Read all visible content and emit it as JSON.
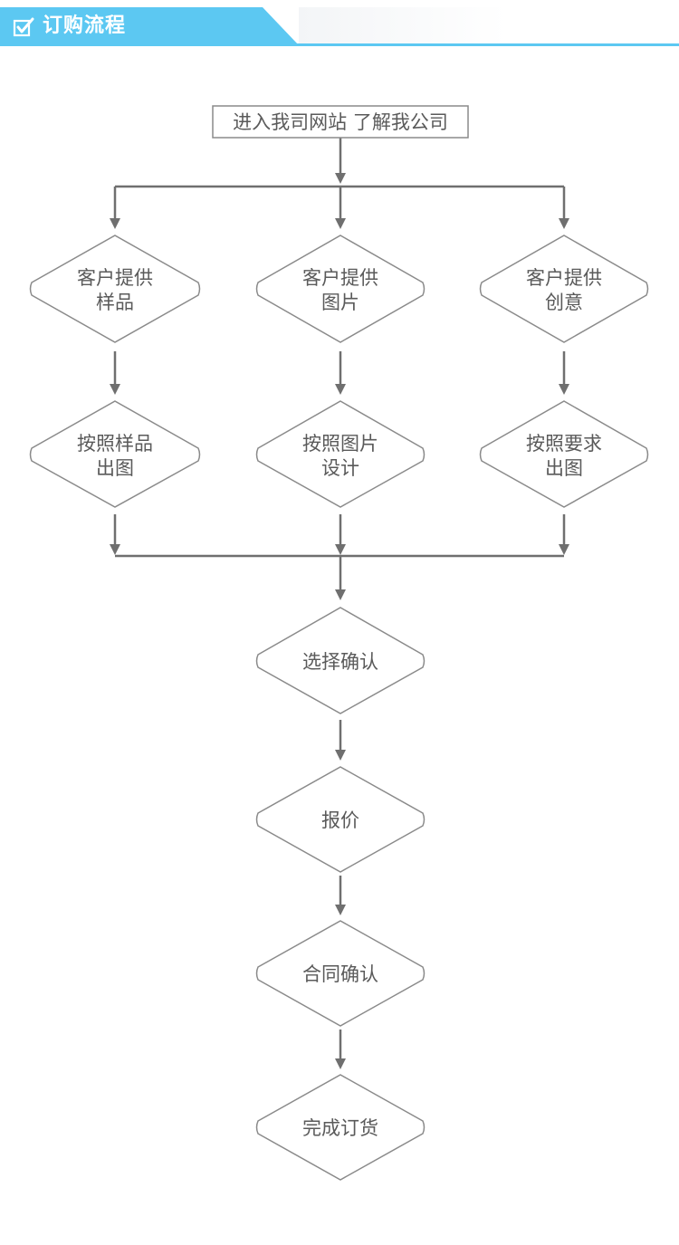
{
  "header": {
    "title": "订购流程"
  },
  "flow": {
    "start": "进入我司网站 了解我公司",
    "branches": [
      {
        "provide": [
          "客户提供",
          "样品"
        ],
        "process": [
          "按照样品",
          "出图"
        ]
      },
      {
        "provide": [
          "客户提供",
          "图片"
        ],
        "process": [
          "按照图片",
          "设计"
        ]
      },
      {
        "provide": [
          "客户提供",
          "创意"
        ],
        "process": [
          "按照要求",
          "出图"
        ]
      }
    ],
    "steps": [
      "选择确认",
      "报价",
      "合同确认",
      "完成订货"
    ]
  },
  "colors": {
    "accent": "#5cc8f2",
    "line": "#6f6f6f",
    "node_border": "#8a8a8a",
    "text": "#5a5a5a"
  }
}
